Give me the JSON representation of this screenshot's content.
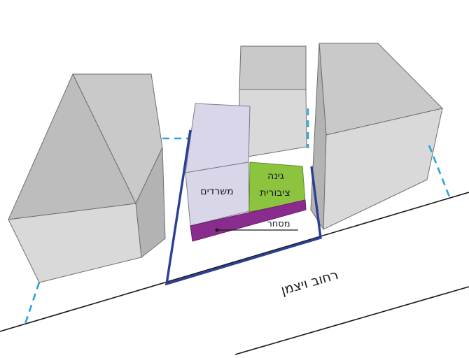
{
  "labels": {
    "offices": "משרדים",
    "garden_line1": "גינה",
    "garden_line2": "ציבורית",
    "commerce": "מסחר",
    "street": "רחוב ויצמן"
  },
  "colors": {
    "building_light": "#d9d9da",
    "building_mid": "#c9c9ca",
    "building_dark": "#b3b3b4",
    "building_stroke": "#6e6e6e",
    "offices": "#d9d6ea",
    "garden": "#8cc43f",
    "commerce": "#8a2b8e",
    "plot_outline": "#2b3f94",
    "dashed_lines": "#29a3dd",
    "street_line": "#1a1a1a"
  }
}
